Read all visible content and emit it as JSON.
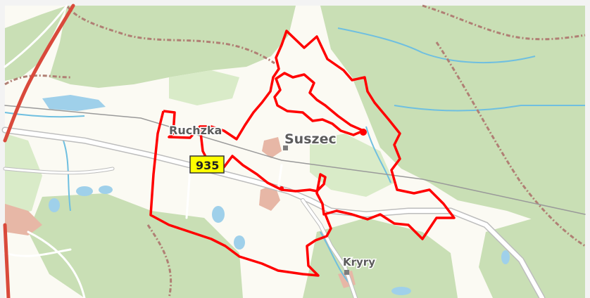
{
  "map": {
    "places": [
      {
        "id": "ruchzka",
        "label": "Ruchzka"
      },
      {
        "id": "suszec",
        "label": "Suszec"
      },
      {
        "id": "kryry",
        "label": "Kryry"
      }
    ],
    "road_badge": {
      "label": "935"
    },
    "colors": {
      "background": "#fbfaf3",
      "forest": "#c9dfb5",
      "forest_light": "#d9ebc8",
      "water": "#9fd0ea",
      "stream": "#6fbfe0",
      "road_major": "#cccccc",
      "road_red": "#d9493b",
      "boundary_admin": "#b07f74",
      "border_outline": "#ff0000",
      "built_up": "#e7b7a6",
      "badge_fill": "#ffff00"
    }
  }
}
